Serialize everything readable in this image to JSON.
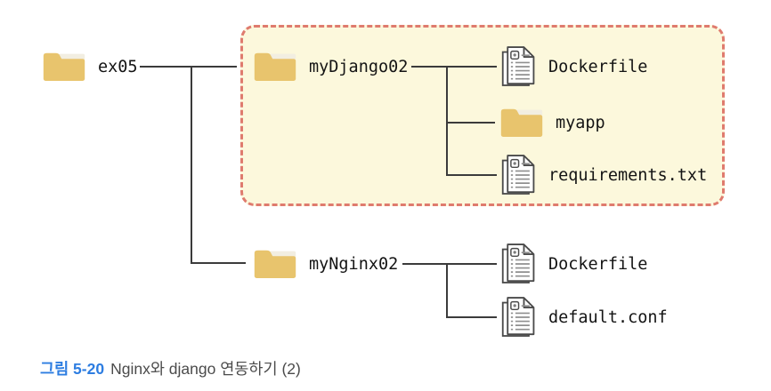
{
  "figure": {
    "caption": {
      "label": "그림 5-20",
      "title": "Nginx와 django 연동하기 (2)"
    }
  },
  "colors": {
    "folder_gold": "#e8c46d",
    "highlight_border": "#df7b6e",
    "highlight_background": "#fcf8dc",
    "connector_line": "#3b3b3b",
    "caption_label_blue": "#2d7de1"
  },
  "tree": {
    "root": {
      "label": "ex05",
      "icon": "folder-icon"
    },
    "children": [
      {
        "label": "myDjango02",
        "icon": "folder-icon",
        "highlighted": true,
        "children": [
          {
            "label": "Dockerfile",
            "icon": "document-icon"
          },
          {
            "label": "myapp",
            "icon": "folder-icon"
          },
          {
            "label": "requirements.txt",
            "icon": "document-icon"
          }
        ]
      },
      {
        "label": "myNginx02",
        "icon": "folder-icon",
        "highlighted": false,
        "children": [
          {
            "label": "Dockerfile",
            "icon": "document-icon"
          },
          {
            "label": "default.conf",
            "icon": "document-icon"
          }
        ]
      }
    ]
  }
}
